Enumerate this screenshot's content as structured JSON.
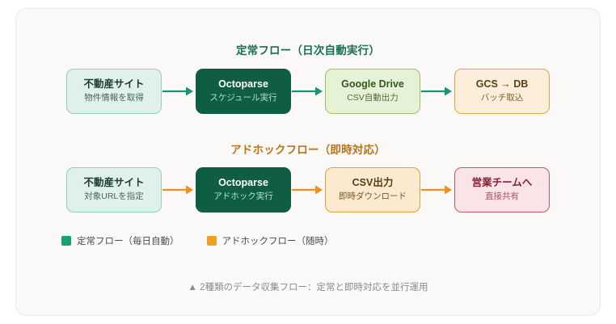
{
  "diagram": {
    "caption": "▲ 2種類のデータ収集フロー：定常と即時対応を並行運用",
    "colors": {
      "card_bg": "#faf9f7",
      "green_accent": "#0f5d43",
      "green_arrow": "#1a9470",
      "orange_arrow": "#eb9120",
      "normal_title": "#166f52",
      "adhoc_title": "#b5741a"
    },
    "sections": [
      {
        "id": "normal-flow",
        "title": "定常フロー（日次自動実行）",
        "arrow_color": "#1a9470",
        "nodes": [
          {
            "title": "不動産サイト",
            "sub": "物件情報を取得",
            "style": "mint"
          },
          {
            "title": "Octoparse",
            "sub": "スケジュール実行",
            "style": "dark"
          },
          {
            "title": "Google Drive",
            "sub": "CSV自動出力",
            "style": "olive"
          },
          {
            "title": "GCS → DB",
            "sub": "バッチ取込",
            "style": "peach"
          }
        ]
      },
      {
        "id": "adhoc-flow",
        "title": "アドホックフロー（即時対応）",
        "arrow_color": "#eb9120",
        "nodes": [
          {
            "title": "不動産サイト",
            "sub": "対象URLを指定",
            "style": "mint"
          },
          {
            "title": "Octoparse",
            "sub": "アドホック実行",
            "style": "dark"
          },
          {
            "title": "CSV出力",
            "sub": "即時ダウンロード",
            "style": "cream"
          },
          {
            "title": "営業チームへ",
            "sub": "直接共有",
            "style": "rose"
          }
        ]
      }
    ],
    "legend": [
      {
        "label": "定常フロー（毎日自動）",
        "color": "#1aa06f"
      },
      {
        "label": "アドホックフロー（随時）",
        "color": "#f0a020"
      }
    ]
  }
}
